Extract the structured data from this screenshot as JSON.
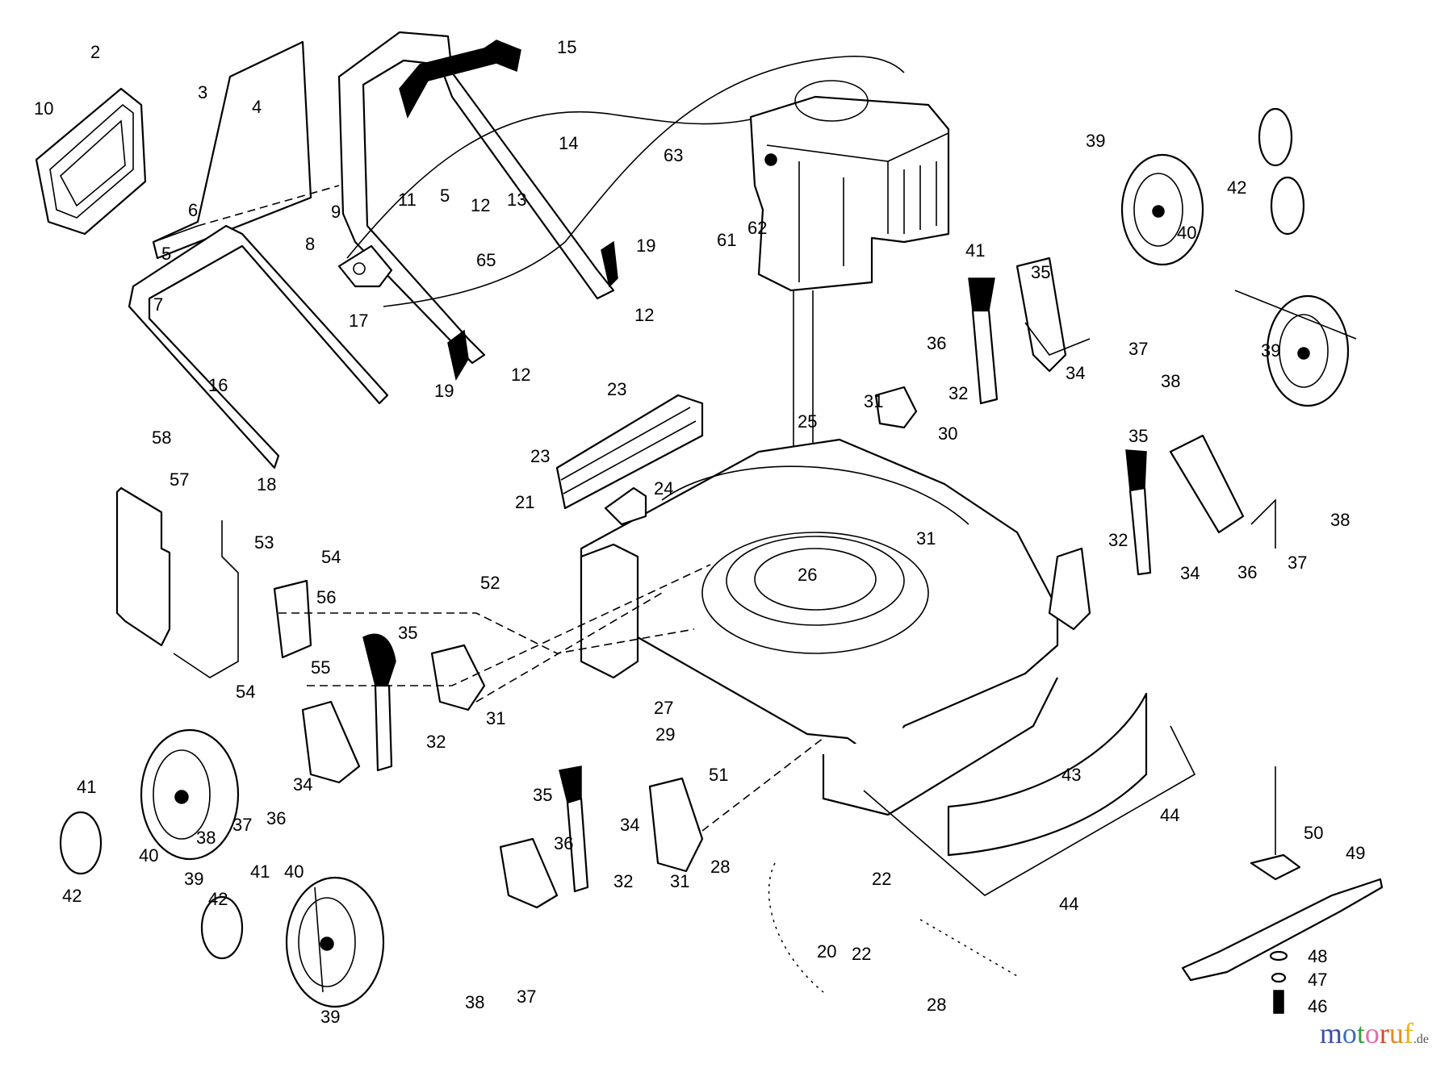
{
  "diagram": {
    "title": "Lawn mower exploded parts diagram",
    "labels": [
      {
        "id": "lbl-2",
        "text": "2"
      },
      {
        "id": "lbl-10",
        "text": "10"
      },
      {
        "id": "lbl-3",
        "text": "3"
      },
      {
        "id": "lbl-4",
        "text": "4"
      },
      {
        "id": "lbl-6",
        "text": "6"
      },
      {
        "id": "lbl-15",
        "text": "15"
      },
      {
        "id": "lbl-14",
        "text": "14"
      },
      {
        "id": "lbl-9",
        "text": "9"
      },
      {
        "id": "lbl-11",
        "text": "11"
      },
      {
        "id": "lbl-5a",
        "text": "5"
      },
      {
        "id": "lbl-12a",
        "text": "12"
      },
      {
        "id": "lbl-13",
        "text": "13"
      },
      {
        "id": "lbl-8",
        "text": "8"
      },
      {
        "id": "lbl-65",
        "text": "65"
      },
      {
        "id": "lbl-5b",
        "text": "5"
      },
      {
        "id": "lbl-7",
        "text": "7"
      },
      {
        "id": "lbl-17",
        "text": "17"
      },
      {
        "id": "lbl-19a",
        "text": "19"
      },
      {
        "id": "lbl-19b",
        "text": "19"
      },
      {
        "id": "lbl-16",
        "text": "16"
      },
      {
        "id": "lbl-58",
        "text": "58"
      },
      {
        "id": "lbl-18",
        "text": "18"
      },
      {
        "id": "lbl-12b",
        "text": "12"
      },
      {
        "id": "lbl-23a",
        "text": "23"
      },
      {
        "id": "lbl-12c",
        "text": "12"
      },
      {
        "id": "lbl-23b",
        "text": "23"
      },
      {
        "id": "lbl-21",
        "text": "21"
      },
      {
        "id": "lbl-24",
        "text": "24"
      },
      {
        "id": "lbl-63",
        "text": "63"
      },
      {
        "id": "lbl-61",
        "text": "61"
      },
      {
        "id": "lbl-62",
        "text": "62"
      },
      {
        "id": "lbl-39a",
        "text": "39"
      },
      {
        "id": "lbl-42a",
        "text": "42"
      },
      {
        "id": "lbl-40a",
        "text": "40"
      },
      {
        "id": "lbl-41a",
        "text": "41"
      },
      {
        "id": "lbl-35a",
        "text": "35"
      },
      {
        "id": "lbl-36a",
        "text": "36"
      },
      {
        "id": "lbl-34a",
        "text": "34"
      },
      {
        "id": "lbl-37a",
        "text": "37"
      },
      {
        "id": "lbl-38a",
        "text": "38"
      },
      {
        "id": "lbl-31a",
        "text": "31"
      },
      {
        "id": "lbl-32a",
        "text": "32"
      },
      {
        "id": "lbl-25",
        "text": "25"
      },
      {
        "id": "lbl-39b",
        "text": "39"
      },
      {
        "id": "lbl-35b",
        "text": "35"
      },
      {
        "id": "lbl-30",
        "text": "30"
      },
      {
        "id": "lbl-31b",
        "text": "31"
      },
      {
        "id": "lbl-32b",
        "text": "32"
      },
      {
        "id": "lbl-34b",
        "text": "34"
      },
      {
        "id": "lbl-36b",
        "text": "36"
      },
      {
        "id": "lbl-37b",
        "text": "37"
      },
      {
        "id": "lbl-38b",
        "text": "38"
      },
      {
        "id": "lbl-57",
        "text": "57"
      },
      {
        "id": "lbl-53",
        "text": "53"
      },
      {
        "id": "lbl-54a",
        "text": "54"
      },
      {
        "id": "lbl-56",
        "text": "56"
      },
      {
        "id": "lbl-52",
        "text": "52"
      },
      {
        "id": "lbl-26",
        "text": "26"
      },
      {
        "id": "lbl-35c",
        "text": "35"
      },
      {
        "id": "lbl-55",
        "text": "55"
      },
      {
        "id": "lbl-54b",
        "text": "54"
      },
      {
        "id": "lbl-31c",
        "text": "31"
      },
      {
        "id": "lbl-32c",
        "text": "32"
      },
      {
        "id": "lbl-27",
        "text": "27"
      },
      {
        "id": "lbl-29",
        "text": "29"
      },
      {
        "id": "lbl-51",
        "text": "51"
      },
      {
        "id": "lbl-34c",
        "text": "34"
      },
      {
        "id": "lbl-36c",
        "text": "36"
      },
      {
        "id": "lbl-37c",
        "text": "37"
      },
      {
        "id": "lbl-38c",
        "text": "38"
      },
      {
        "id": "lbl-39c",
        "text": "39"
      },
      {
        "id": "lbl-41b",
        "text": "41"
      },
      {
        "id": "lbl-40b",
        "text": "40"
      },
      {
        "id": "lbl-42b",
        "text": "42"
      },
      {
        "id": "lbl-35d",
        "text": "35"
      },
      {
        "id": "lbl-34d",
        "text": "34"
      },
      {
        "id": "lbl-36d",
        "text": "36"
      },
      {
        "id": "lbl-32d",
        "text": "32"
      },
      {
        "id": "lbl-31d",
        "text": "31"
      },
      {
        "id": "lbl-28a",
        "text": "28"
      },
      {
        "id": "lbl-22a",
        "text": "22"
      },
      {
        "id": "lbl-43",
        "text": "43"
      },
      {
        "id": "lbl-44a",
        "text": "44"
      },
      {
        "id": "lbl-44b",
        "text": "44"
      },
      {
        "id": "lbl-50",
        "text": "50"
      },
      {
        "id": "lbl-49",
        "text": "49"
      },
      {
        "id": "lbl-48",
        "text": "48"
      },
      {
        "id": "lbl-47",
        "text": "47"
      },
      {
        "id": "lbl-46",
        "text": "46"
      },
      {
        "id": "lbl-42c",
        "text": "42"
      },
      {
        "id": "lbl-41c",
        "text": "41"
      },
      {
        "id": "lbl-40c",
        "text": "40"
      },
      {
        "id": "lbl-39d",
        "text": "39"
      },
      {
        "id": "lbl-38d",
        "text": "38"
      },
      {
        "id": "lbl-37d",
        "text": "37"
      },
      {
        "id": "lbl-20",
        "text": "20"
      },
      {
        "id": "lbl-22b",
        "text": "22"
      },
      {
        "id": "lbl-28b",
        "text": "28"
      }
    ]
  },
  "watermark": {
    "text": "motoruf.de",
    "letters": [
      "m",
      "o",
      "t",
      "o",
      "r",
      "u",
      "f"
    ],
    "tld": ".de",
    "colors": [
      "#3b4fa8",
      "#3b6fb8",
      "#3f9b3f",
      "#e06fa6",
      "#d24a2a",
      "#e58a1f",
      "#e6b21f"
    ]
  }
}
